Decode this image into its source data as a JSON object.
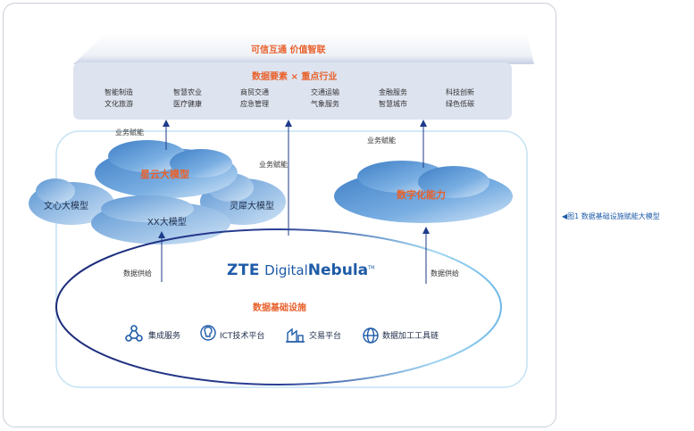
{
  "roof": {
    "slogan": "可信互通 价值智联",
    "title": "数据要素 × 重点行业"
  },
  "industries": [
    {
      "top": "智能制造",
      "bottom": "文化旅游"
    },
    {
      "top": "智慧农业",
      "bottom": "医疗健康"
    },
    {
      "top": "商贸交通",
      "bottom": "应急管理"
    },
    {
      "top": "交通运输",
      "bottom": "气象服务"
    },
    {
      "top": "金融服务",
      "bottom": "智慧城市"
    },
    {
      "top": "科技创新",
      "bottom": "绿色低碳"
    }
  ],
  "arrow_labels": {
    "left_business": "业务赋能",
    "middle_business": "业务赋能",
    "right_business": "业务赋能",
    "left_supply": "数据供给",
    "right_supply": "数据供给"
  },
  "clouds": {
    "xingyun": "星云大模型",
    "wenxin": "文心大模型",
    "lingxi": "灵犀大模型",
    "xx": "XX大模型",
    "digital": "数字化能力"
  },
  "logo": {
    "brand": "ZTE",
    "digital": "Digital",
    "nebula": "Nebula",
    "mark": "TM"
  },
  "infra": {
    "title": "数据基础设施",
    "services": [
      "集成服务",
      "ICT技术平台",
      "交易平台",
      "数据加工工具链"
    ]
  },
  "caption": "◀图1  数据基础设施赋能大模型",
  "colors": {
    "accent": "#e8612c",
    "blue": "#1e5ba8",
    "navy": "#1b2a78",
    "cloud": "#5b9ad6"
  }
}
